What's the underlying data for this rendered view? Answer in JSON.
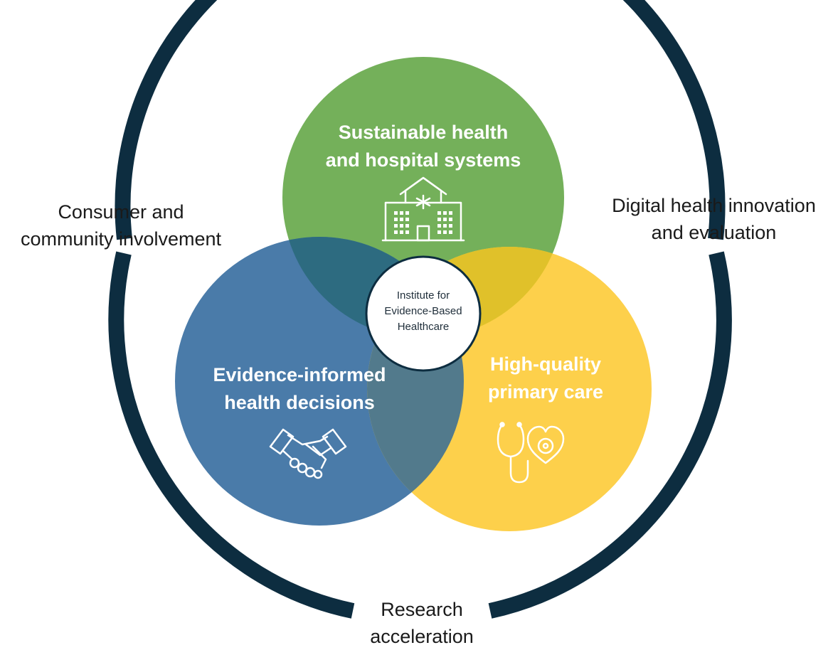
{
  "outer_ring": {
    "color": "#0d2d40",
    "labels": {
      "left": [
        "Consumer and",
        "community involvement"
      ],
      "right": [
        "Digital health innovation",
        "and evaluation"
      ],
      "bottom": [
        "Research",
        "acceleration"
      ]
    }
  },
  "circles": {
    "top": {
      "title": [
        "Sustainable health",
        "and hospital systems"
      ],
      "color": "#74b05a",
      "icon": "hospital-icon"
    },
    "left": {
      "title": [
        "Evidence-informed",
        "health decisions"
      ],
      "color": "#4a7ba9",
      "icon": "handshake-icon"
    },
    "right": {
      "title": [
        "High-quality",
        "primary care"
      ],
      "color": "#fdd04b",
      "icon": "stethoscope-heart-icon"
    }
  },
  "center": {
    "lines": [
      "Institute for",
      "Evidence-Based",
      "Healthcare"
    ],
    "border_color": "#0d2d40"
  }
}
